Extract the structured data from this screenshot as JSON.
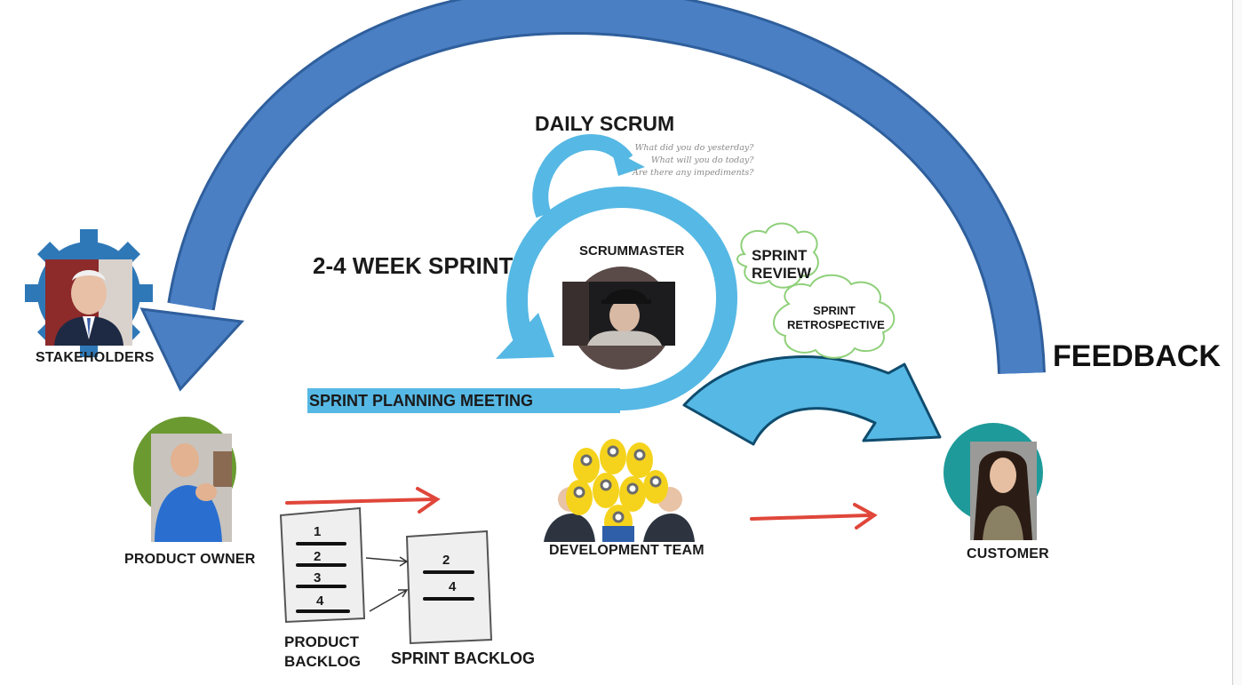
{
  "title": "FEEDBACK",
  "daily_scrum": {
    "title": "DAILY SCRUM",
    "questions": [
      "What did you do yesterday?",
      "What will you do today?",
      "Are there any impediments?"
    ]
  },
  "sprint_length": "2-4 WEEK SPRINT",
  "scrum_master": "SCRUMMASTER",
  "sprint_review": [
    "SPRINT",
    "REVIEW"
  ],
  "sprint_retrospective": [
    "SPRINT",
    "RETROSPECTIVE"
  ],
  "sprint_planning": "SPRINT PLANNING MEETING",
  "roles": {
    "stakeholders": "STAKEHOLDERS",
    "product_owner": "PRODUCT OWNER",
    "development_team": "DEVELOPMENT TEAM",
    "customer": "CUSTOMER"
  },
  "product_backlog": {
    "label": [
      "PRODUCT",
      "BACKLOG"
    ],
    "items": [
      "1",
      "2",
      "3",
      "4"
    ]
  },
  "sprint_backlog": {
    "label": "SPRINT BACKLOG",
    "items": [
      "2",
      "4"
    ]
  },
  "colors": {
    "feedback_arc": "#4a7fc4",
    "sprint_cycle": "#56b8e4",
    "product_owner_circle": "#6a9a30",
    "customer_circle": "#1f9a9a",
    "gear": "#2f78b7",
    "red_arrow": "#e0463a",
    "cloud_outline": "#8fd07a"
  }
}
